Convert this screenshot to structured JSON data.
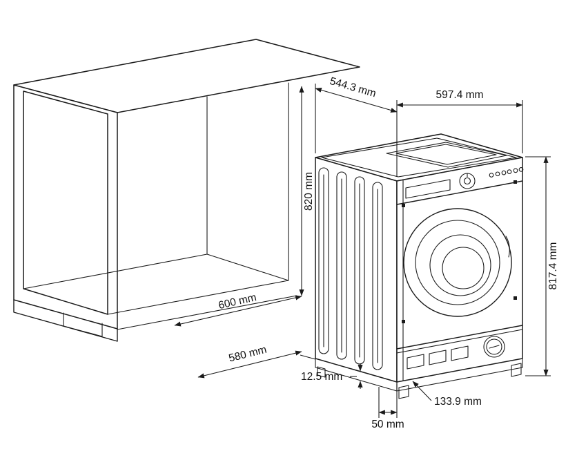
{
  "colors": {
    "line": "#1a1a1a",
    "background": "#ffffff"
  },
  "diagram": {
    "kind": "built-in-washing-machine-installation-drawing",
    "dimensions": {
      "d820": "820 mm",
      "d600": "600 mm",
      "d580": "580 mm",
      "d544_3": "544.3 mm",
      "d597_4": "597.4 mm",
      "d817_4": "817.4 mm",
      "d12_5": "12.5 mm",
      "d133_9": "133.9 mm",
      "d50": "50 mm"
    }
  }
}
